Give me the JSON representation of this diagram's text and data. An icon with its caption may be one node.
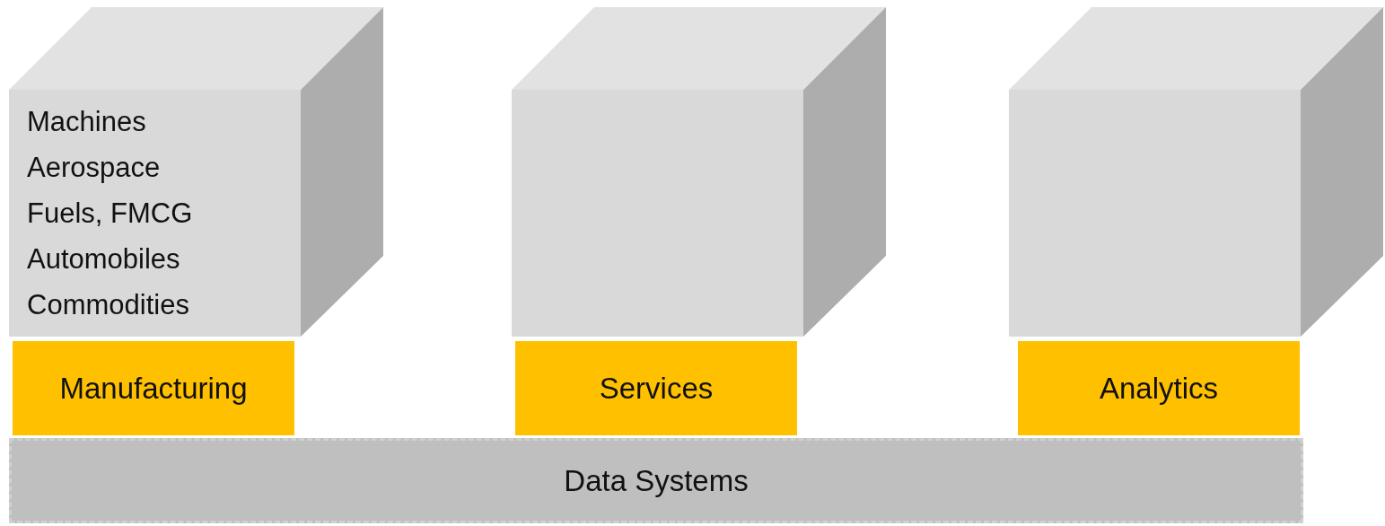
{
  "diagram": {
    "nodes": [
      {
        "text": [
          "Machines",
          "Aerospace",
          "Fuels, FMCG",
          "Automobiles",
          "Commodities"
        ]
      },
      {
        "text": [],
        "shape": "box"
      },
      {
        "text": [],
        "shape": "box"
      },
      {
        "text": [
          "Manufacturing"
        ]
      },
      {
        "text": [
          "Services"
        ]
      },
      {
        "text": [
          "Analytics"
        ]
      },
      {
        "text": [
          "Data Systems"
        ]
      }
    ],
    "edges": []
  }
}
